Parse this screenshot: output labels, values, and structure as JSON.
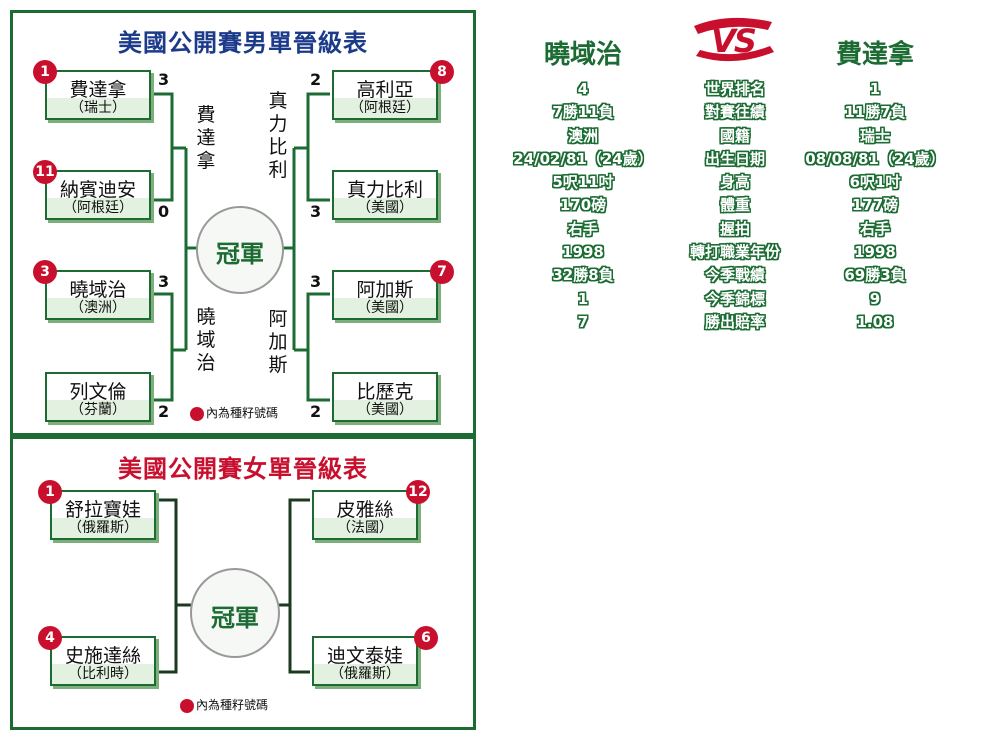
{
  "men": {
    "title": "美國公開賽男單晉級表",
    "players": [
      {
        "seed": "1",
        "name": "費達拿",
        "country": "（瑞士）",
        "score": "3"
      },
      {
        "seed": "11",
        "name": "納賓迪安",
        "country": "（阿根廷）",
        "score": "0"
      },
      {
        "seed": "3",
        "name": "曉域治",
        "country": "（澳洲）",
        "score": "3"
      },
      {
        "seed": "",
        "name": "列文倫",
        "country": "（芬蘭）",
        "score": "2"
      },
      {
        "seed": "8",
        "name": "高利亞",
        "country": "（阿根廷）",
        "score": "2"
      },
      {
        "seed": "",
        "name": "真力比利",
        "country": "（美國）",
        "score": "3"
      },
      {
        "seed": "7",
        "name": "阿加斯",
        "country": "（美國）",
        "score": "3"
      },
      {
        "seed": "",
        "name": "比歷克",
        "country": "（美國）",
        "score": "2"
      }
    ],
    "semis": {
      "left_top": "費達拿",
      "left_bottom": "曉域治",
      "right_top": "真力比利",
      "right_bottom": "阿加斯"
    },
    "champion": "冠軍",
    "legend": "內為種籽號碼"
  },
  "women": {
    "title": "美國公開賽女單晉級表",
    "players": [
      {
        "seed": "1",
        "name": "舒拉寶娃",
        "country": "（俄羅斯）"
      },
      {
        "seed": "4",
        "name": "史施達絲",
        "country": "（比利時）"
      },
      {
        "seed": "12",
        "name": "皮雅絲",
        "country": "（法國）"
      },
      {
        "seed": "6",
        "name": "迪文泰娃",
        "country": "（俄羅斯）"
      }
    ],
    "champion": "冠軍",
    "legend": "內為種籽號碼"
  },
  "comparison": {
    "left_player": "曉域治",
    "vs_label": "VS",
    "right_player": "費達拿",
    "labels": [
      "世界排名",
      "對賽往績",
      "國籍",
      "出生日期",
      "身高",
      "體重",
      "握拍",
      "轉打職業年份",
      "今季戰績",
      "今季錦標",
      "勝出賠率"
    ],
    "left_values": [
      "4",
      "7勝11負",
      "澳洲",
      "24/02/81（24歲）",
      "5呎11吋",
      "170磅",
      "右手",
      "1998",
      "32勝8負",
      "1",
      "7"
    ],
    "right_values": [
      "1",
      "11勝7負",
      "瑞士",
      "08/08/81（24歲）",
      "6呎1吋",
      "177磅",
      "右手",
      "1998",
      "69勝3負",
      "9",
      "1.08"
    ]
  },
  "colors": {
    "green": "#1b6b33",
    "red": "#c8102e",
    "navy": "#1b3a8a"
  }
}
